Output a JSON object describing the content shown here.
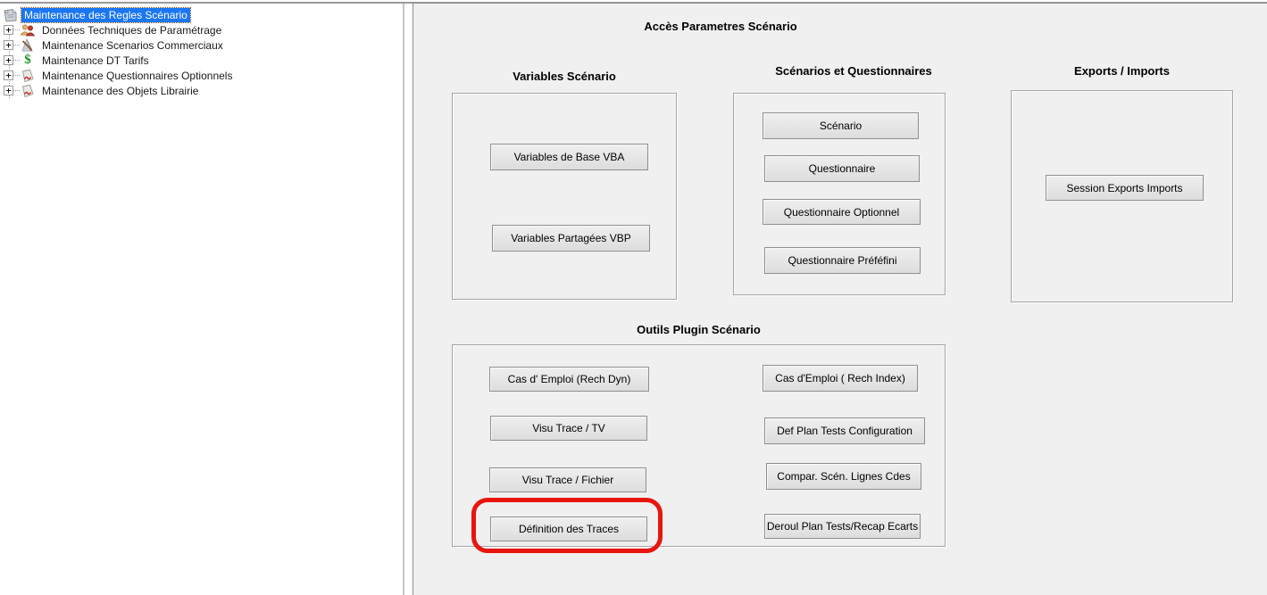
{
  "colors": {
    "selection_blue": "#1b76f2",
    "annotation_red": "#e8150f",
    "panel_background": "#f0f0f0",
    "dollar_green": "#1f9422"
  },
  "tree": {
    "expander_glyph": "+",
    "items": [
      {
        "label": "Maintenance des Regles Scénario",
        "icon": "notebook-icon",
        "selected": true
      },
      {
        "label": "Données Techniques de Paramétrage",
        "icon": "people-icon",
        "selected": false
      },
      {
        "label": "Maintenance Scenarios Commerciaux",
        "icon": "wand-icon",
        "selected": false
      },
      {
        "label": "Maintenance DT Tarifs",
        "icon": "dollar-icon",
        "selected": false
      },
      {
        "label": "Maintenance Questionnaires Optionnels",
        "icon": "signed-document-icon",
        "selected": false
      },
      {
        "label": "Maintenance des Objets Librairie",
        "icon": "signed-document-icon",
        "selected": false
      }
    ],
    "dollar_glyph": "$"
  },
  "panel": {
    "title": "Accès Parametres Scénario",
    "groups": [
      {
        "title": "Variables Scénario",
        "buttons": [
          "Variables de Base VBA",
          "Variables Partagées VBP"
        ]
      },
      {
        "title": "Scénarios et Questionnaires",
        "buttons": [
          "Scénario",
          "Questionnaire",
          "Questionnaire Optionnel",
          "Questionnaire Préféfini"
        ]
      },
      {
        "title": "Exports / Imports",
        "buttons": [
          "Session Exports Imports"
        ]
      },
      {
        "title": "Outils Plugin Scénario",
        "buttons": [
          "Cas d' Emploi (Rech Dyn)",
          "Visu Trace / TV",
          "Visu Trace / Fichier",
          "Définition des Traces",
          "Cas d'Emploi ( Rech Index)",
          "Def Plan Tests Configuration",
          "Compar. Scén. Lignes Cdes",
          "Deroul Plan Tests/Recap Ecarts"
        ]
      }
    ]
  }
}
